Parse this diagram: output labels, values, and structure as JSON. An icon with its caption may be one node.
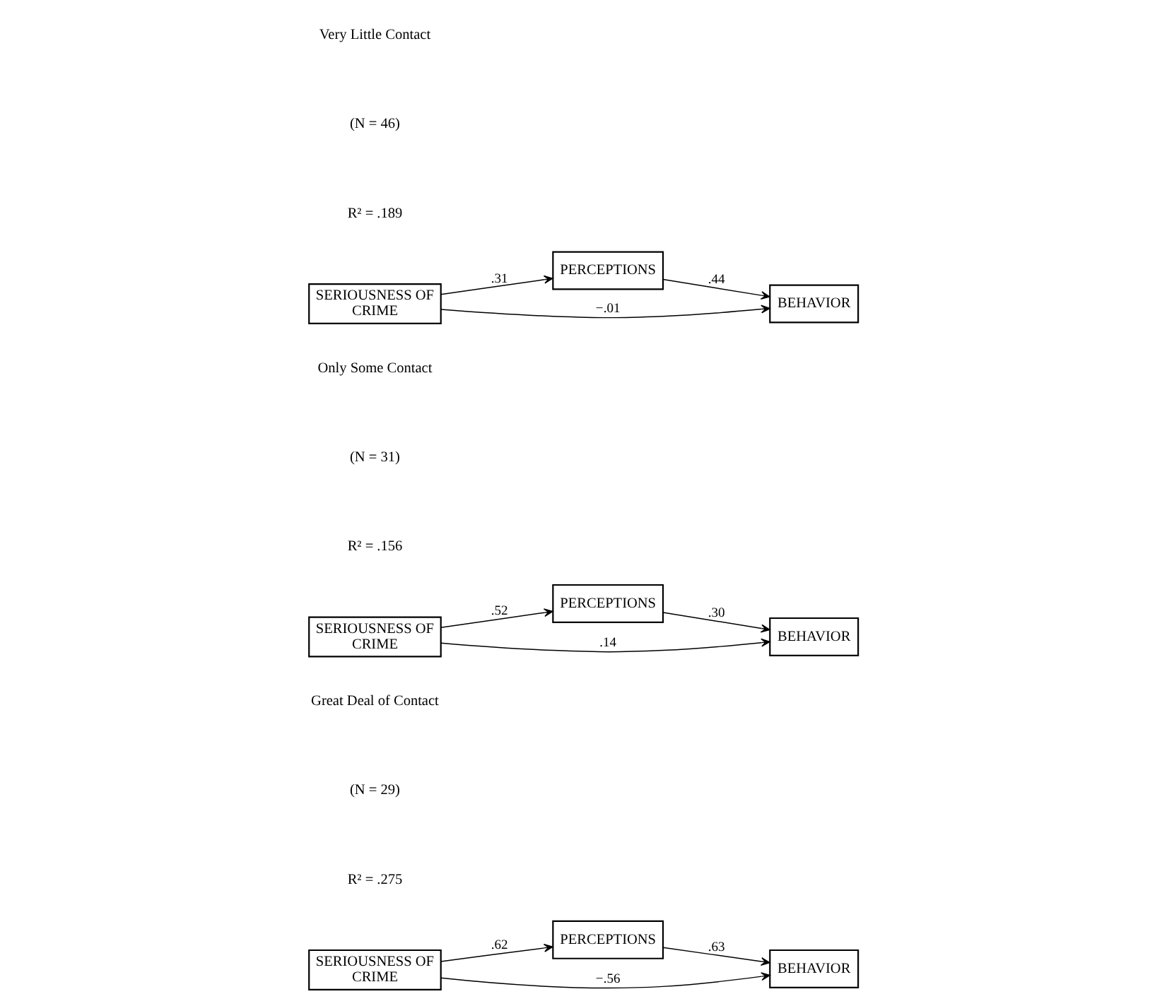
{
  "diagram": {
    "nodes": [
      {
        "text": [
          "SERIOUSNESS OF CRIME"
        ]
      },
      {
        "text": [
          "PERCEPTIONS"
        ]
      },
      {
        "text": [
          "BEHAVIOR"
        ]
      },
      {
        "text": [
          "SERIOUSNESS OF CRIME"
        ]
      },
      {
        "text": [
          "PERCEPTIONS"
        ]
      },
      {
        "text": [
          "BEHAVIOR"
        ]
      },
      {
        "text": [
          "SERIOUSNESS OF CRIME"
        ]
      },
      {
        "text": [
          "PERCEPTIONS"
        ]
      },
      {
        "text": [
          "BEHAVIOR"
        ]
      }
    ],
    "edges": [
      {
        "from": 0,
        "to": 1,
        "arrow": "to",
        "label": ".62"
      },
      {
        "from": 1,
        "to": 2,
        "arrow": "to",
        "label": ".63"
      },
      {
        "from": 0,
        "to": 2,
        "arrow": "to",
        "label": "−.56"
      },
      {
        "from": 3,
        "to": 4,
        "arrow": "to",
        "label": ".52"
      },
      {
        "from": 4,
        "to": 5,
        "arrow": "to",
        "label": ".30"
      },
      {
        "from": 3,
        "to": 5,
        "arrow": "to",
        "label": ".14"
      },
      {
        "from": 6,
        "to": 7,
        "arrow": "to",
        "label": ".31"
      },
      {
        "from": 7,
        "to": 8,
        "arrow": "to",
        "label": ".44"
      },
      {
        "from": 6,
        "to": 8,
        "arrow": "to",
        "label": "−.01"
      }
    ],
    "labels": [
      "Great Deal of Contact",
      "(N = 29)",
      "R² = .275",
      "Only Some Contact",
      "(N = 31)",
      "R² = .156",
      "Very Little Contact",
      "(N = 46)",
      "R² = .189"
    ]
  }
}
